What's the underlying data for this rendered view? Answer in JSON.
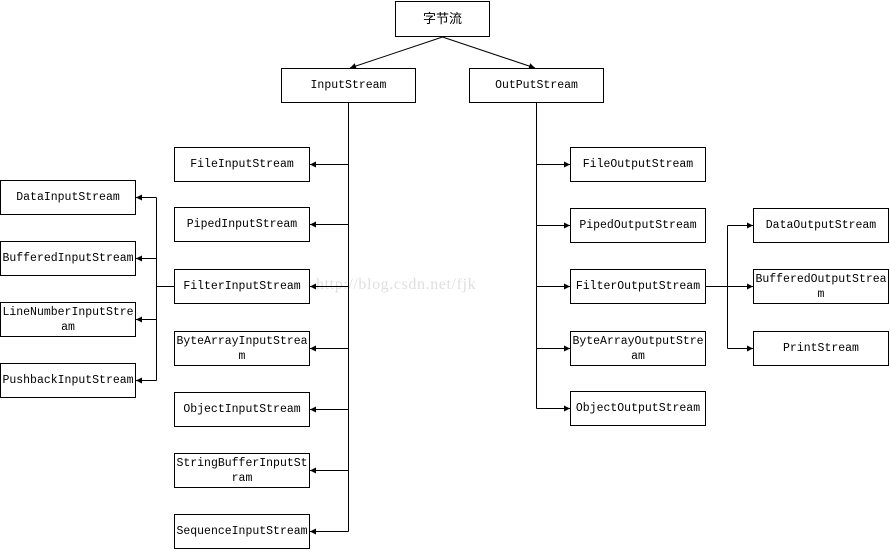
{
  "root": {
    "label": "字节流"
  },
  "input": {
    "label": "InputStream",
    "children": [
      "FileInputStream",
      "PipedInputStream",
      "FilterInputStream",
      "ByteArrayInputStream",
      "ObjectInputStream",
      "StringBufferInputStram",
      "SequenceInputStream"
    ],
    "filter_children": [
      "DataInputStream",
      "BufferedInputStream",
      "LineNumberInputStream",
      "PushbackInputStream"
    ]
  },
  "output": {
    "label": "OutPutStream",
    "children": [
      "FileOutputStream",
      "PipedOutputStream",
      "FilterOutputStream",
      "ByteArrayOutputStream",
      "ObjectOutputStream"
    ],
    "filter_children": [
      "DataOutputStream",
      "BufferedOutputStream",
      "PrintStream"
    ]
  },
  "watermark": "http://blog.csdn.net/fjk"
}
